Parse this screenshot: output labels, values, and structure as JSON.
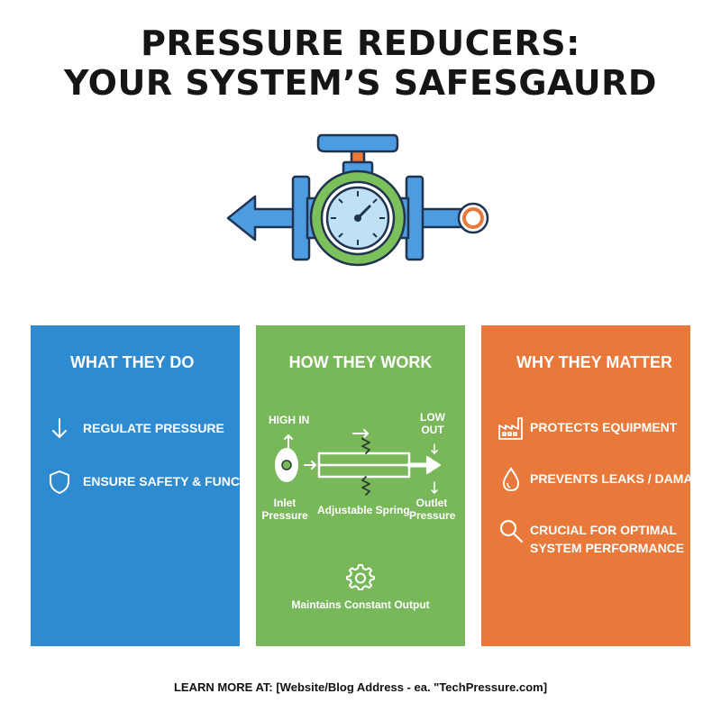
{
  "title": {
    "line1": "PRESSURE REDUCERS:",
    "line2": "YOUR SYSTEM’S SAFESGAURD"
  },
  "hero": {
    "icon": "pressure-reducer-valve-icon"
  },
  "panels": [
    {
      "title": "WHAT THEY DO",
      "color": "#2e8bd0",
      "items": [
        {
          "icon": "arrow-down-icon",
          "text": "REGULATE PRESSURE"
        },
        {
          "icon": "shield-icon",
          "text": "ENSURE SAFETY & FUNCTION"
        }
      ]
    },
    {
      "title": "HOW THEY WORK",
      "color": "#79b85a",
      "diagram": {
        "high_in": "HIGH IN",
        "low_out": "LOW OUT",
        "inlet": "Inlet Pressure",
        "spring": "Adjustable Spring",
        "outlet": "Outlet Pressure"
      },
      "footer_icon": "gear-icon",
      "footer_text": "Maintains Constant Output"
    },
    {
      "title": "WHY THEY MATTER",
      "color": "#e9793a",
      "items": [
        {
          "icon": "factory-icon",
          "text": "PROTECTS EQUIPMENT"
        },
        {
          "icon": "water-drop-icon",
          "text": "PREVENTS LEAKS / DAMAGE"
        },
        {
          "icon": "magnifier-icon",
          "text": "CRUCIAL FOR OPTIMAL SYSTEM PERFORMANCE"
        }
      ]
    }
  ],
  "footer": {
    "text": "LEARN MORE AT: [Website/Blog Address - ea. \"TechPressure.com]"
  }
}
